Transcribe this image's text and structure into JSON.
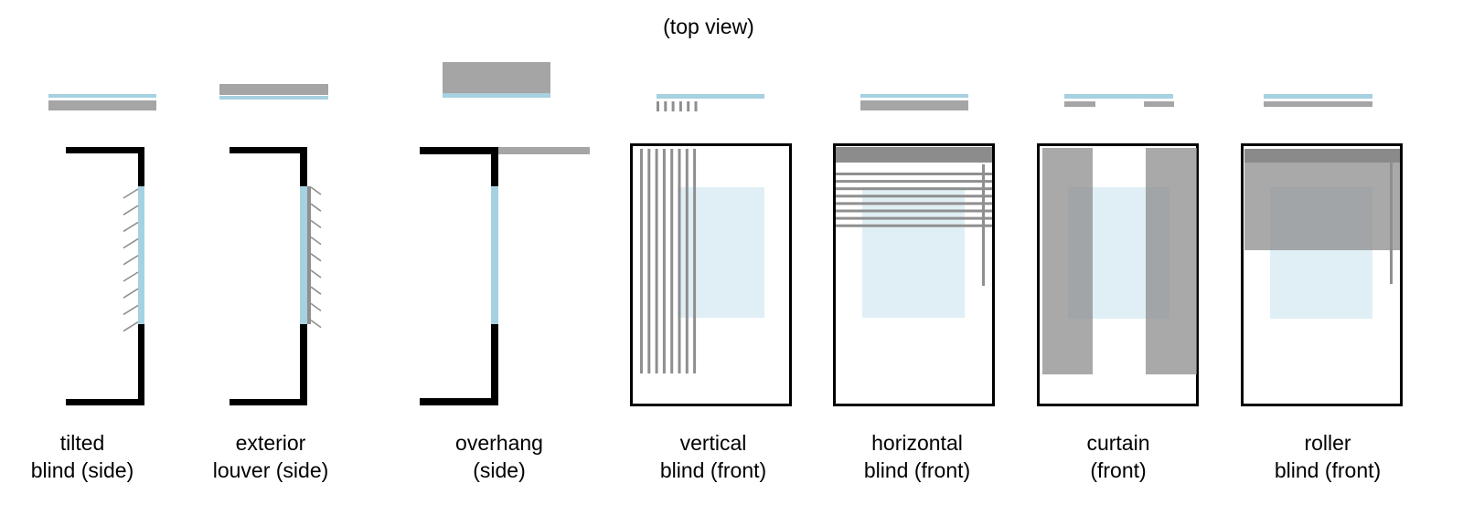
{
  "title": "(top view)",
  "colors": {
    "wall": "#000000",
    "glass": "#a5d1e1",
    "window_light": "#e0eff5",
    "shade": "#a5a5a5",
    "shade_dark": "#8c8c8c",
    "slat": "#8f8f8f",
    "frame": "#000000"
  },
  "panels": [
    {
      "id": "tilted-blind",
      "line1": "tilted",
      "line2": "blind (side)",
      "view": "side",
      "louver_count": 9
    },
    {
      "id": "exterior-louver",
      "line1": "exterior",
      "line2": "louver (side)",
      "view": "side",
      "louver_count": 9
    },
    {
      "id": "overhang",
      "line1": "overhang",
      "line2": "(side)",
      "view": "side"
    },
    {
      "id": "vertical-blind",
      "line1": "vertical",
      "line2": "blind (front)",
      "view": "front",
      "slat_count": 8
    },
    {
      "id": "horizontal-blind",
      "line1": "horizontal",
      "line2": "blind (front)",
      "view": "front",
      "slat_count": 8
    },
    {
      "id": "curtain",
      "line1": "curtain",
      "line2": "(front)",
      "view": "front",
      "panel_count": 2
    },
    {
      "id": "roller-blind",
      "line1": "roller",
      "line2": "blind (front)",
      "view": "front"
    }
  ]
}
